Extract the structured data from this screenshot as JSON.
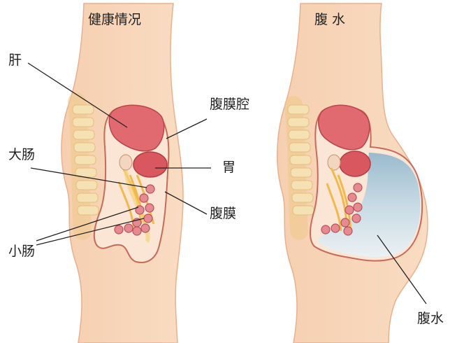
{
  "titles": {
    "healthy": "健康情况",
    "ascites": "腹 水"
  },
  "labels": {
    "liver": "肝",
    "peritoneal_cavity": "腹膜腔",
    "large_intestine": "大肠",
    "stomach": "胃",
    "peritoneum": "腹膜",
    "small_intestine": "小肠",
    "ascites": "腹水"
  },
  "colors": {
    "skin": "#f7d2b2",
    "skin_outline": "#e8b08e",
    "organ_red": "#e06a70",
    "peritoneum_line": "#c86a5a",
    "fat_yellow": "#f6c85a",
    "spine": "#f3d9a0",
    "fluid": "#cfe2ee"
  }
}
